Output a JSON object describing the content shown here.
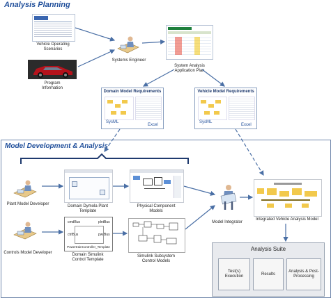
{
  "section_titles": {
    "planning": "Analysis Planning",
    "development": "Model Development & Analysis"
  },
  "labels": {
    "vehicle_operating_scenarios": "Vehicle Operating\nScenarios",
    "program_information": "Program\nInformation",
    "systems_engineer": "Systems Engineer",
    "system_analysis_plan": "System Analysis\nApplication Plan",
    "domain_model_requirements": "Domain Model Requirements",
    "vehicle_model_requirements": "Vehicle Model Requirements",
    "sysml": "SysML",
    "excel": "Excel",
    "plant_model_developer": "Plant Model Developer",
    "controls_model_developer": "Controls Model Developer",
    "domain_dymola_plant_template": "Domain Dymola Plant\nTemplate",
    "physical_component_models": "Physical Component\nModels",
    "domain_simulink_control_template": "Domain Simulink\nControl Template",
    "simulink_subsystem_control_models": "Simulink Subsystem\nControl Models",
    "model_integrator": "Model Integrator",
    "integrated_vehicle_analysis_model": "Integrated Vehicle Analysis Model",
    "analysis_suite": "Analysis Suite",
    "tests_execution": "Test(s)\nExecution",
    "results": "Results",
    "analysis_post_processing": "Analysis & Post-\nProcessing"
  },
  "template_ports": {
    "cmdbus": "cmdBus",
    "plntbus": "plntBus",
    "ctrlbus": "ctrlBus",
    "pwrbus": "pwrBus",
    "caption": "PowertrainController_Template"
  },
  "colors": {
    "title_blue": "#1f4e9a",
    "arrow": "#4a6fa5",
    "bracket": "#1f3a6e",
    "car_red": "#b5121b"
  }
}
